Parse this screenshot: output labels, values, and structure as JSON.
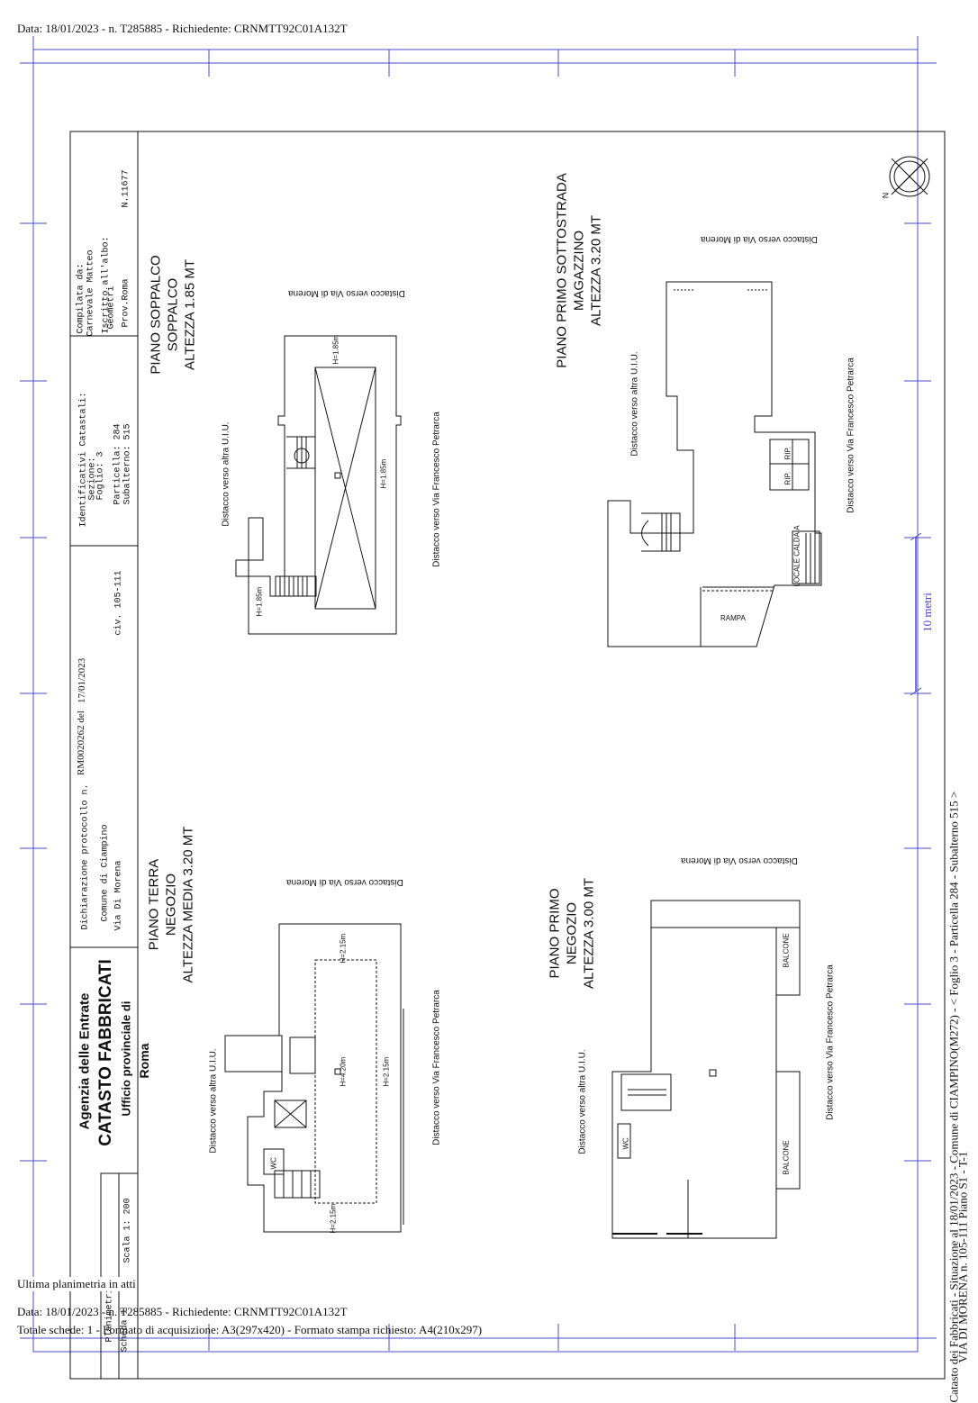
{
  "header": {
    "top_line": "Data: 18/01/2023 - n. T285885 - Richiedente: CRNMTT92C01A132T"
  },
  "title_block": {
    "agency": "Agenzia delle Entrate",
    "office": "CATASTO FABBRICATI",
    "province_office": "Ufficio provinciale di",
    "province": "Roma",
    "declaration_label": "Dichiarazione protocollo n.",
    "protocol": "RM0020262 del",
    "protocol_date": "17/01/2023",
    "municipality": "Comune di Ciampino",
    "street": "Via Di Morena",
    "civic": "civ.  105-111",
    "identifiers_title": "Identificativi Catastali:",
    "sezione": "Sezione:",
    "foglio": "Foglio: 3",
    "particella": "Particella: 284",
    "subalterno": "Subalterno: 515",
    "compiled_by": "Compilata da:",
    "compiler_name": "Carnevale Matteo",
    "registry": "Iscritto all'albo:",
    "profession": "Geometri",
    "province_reg": "Prov.Roma",
    "reg_number": "N.11677",
    "sheet_label": "Planimetria",
    "sheet_number": "Scheda 1",
    "scale": "Scala 1: 200"
  },
  "plans": {
    "soppalco": {
      "t1": "PIANO SOPPALCO",
      "t2": "SOPPALCO",
      "t3": "ALTEZZA 1.85 MT",
      "side_top": "Distacco verso Via di Morena",
      "side_left": "Distacco verso altra U.I.U.",
      "side_bottom": "Distacco verso Via Francesco Petrarca",
      "h1": "H=1.85m",
      "h2": "H=1.85m",
      "h3": "H=1.85m"
    },
    "sottostrada": {
      "t1": "PIANO PRIMO SOTTOSTRADA",
      "t2": "MAGAZZINO",
      "t3": "ALTEZZA 3.20 MT",
      "side_top": "Distacco verso Via di Morena",
      "side_left": "Distacco verso altra U.I.U.",
      "side_bottom": "Distacco verso Via Francesco Petrarca",
      "rip1": "RIP.",
      "rip2": "RIP.",
      "locale": "LOCALE CALDAIA",
      "rampa": "RAMPA"
    },
    "terra": {
      "t1": "PIANO TERRA",
      "t2": "NEGOZIO",
      "t3": "ALTEZZA MEDIA 3.20 MT",
      "side_top": "Distacco verso Via di Morena",
      "side_left": "Distacco verso altra U.I.U.",
      "side_bottom": "Distacco verso Via Francesco Petrarca",
      "h1": "H=2.15m",
      "h2": "H=4.20m",
      "h3": "H=2.15m",
      "h4": "H=2.15m",
      "wc": "WC"
    },
    "primo": {
      "t1": "PIANO PRIMO",
      "t2": "NEGOZIO",
      "t3": "ALTEZZA 3.00 MT",
      "side_top": "Distacco verso Via di Morena",
      "side_left": "Distacco verso altra U.I.U.",
      "side_bottom": "Distacco verso Via Francesco Petrarca",
      "balcone1": "BALCONE",
      "balcone2": "BALCONE",
      "wc": "WC"
    }
  },
  "north": "N",
  "scale_bar": "10 metri",
  "side_footer_1": "Catasto dei Fabbricati - Situazione al 18/01/2023 - Comune di CIAMPINO(M272) - < Foglio 3 - Particella 284 - Subalterno 515 >",
  "side_footer_2": "VIA DI MORENA n. 105-111 Piano S1 - T-1",
  "footer": {
    "last_plan": "Ultima planimetria in atti",
    "line1": "Data: 18/01/2023 - n. T285885 - Richiedente: CRNMTT92C01A132T",
    "line2": "Totale schede: 1 - Formato di acquisizione: A3(297x420)  - Formato stampa richiesto: A4(210x297)"
  },
  "colors": {
    "frame": "#4b4bc8",
    "ink": "#111111"
  }
}
